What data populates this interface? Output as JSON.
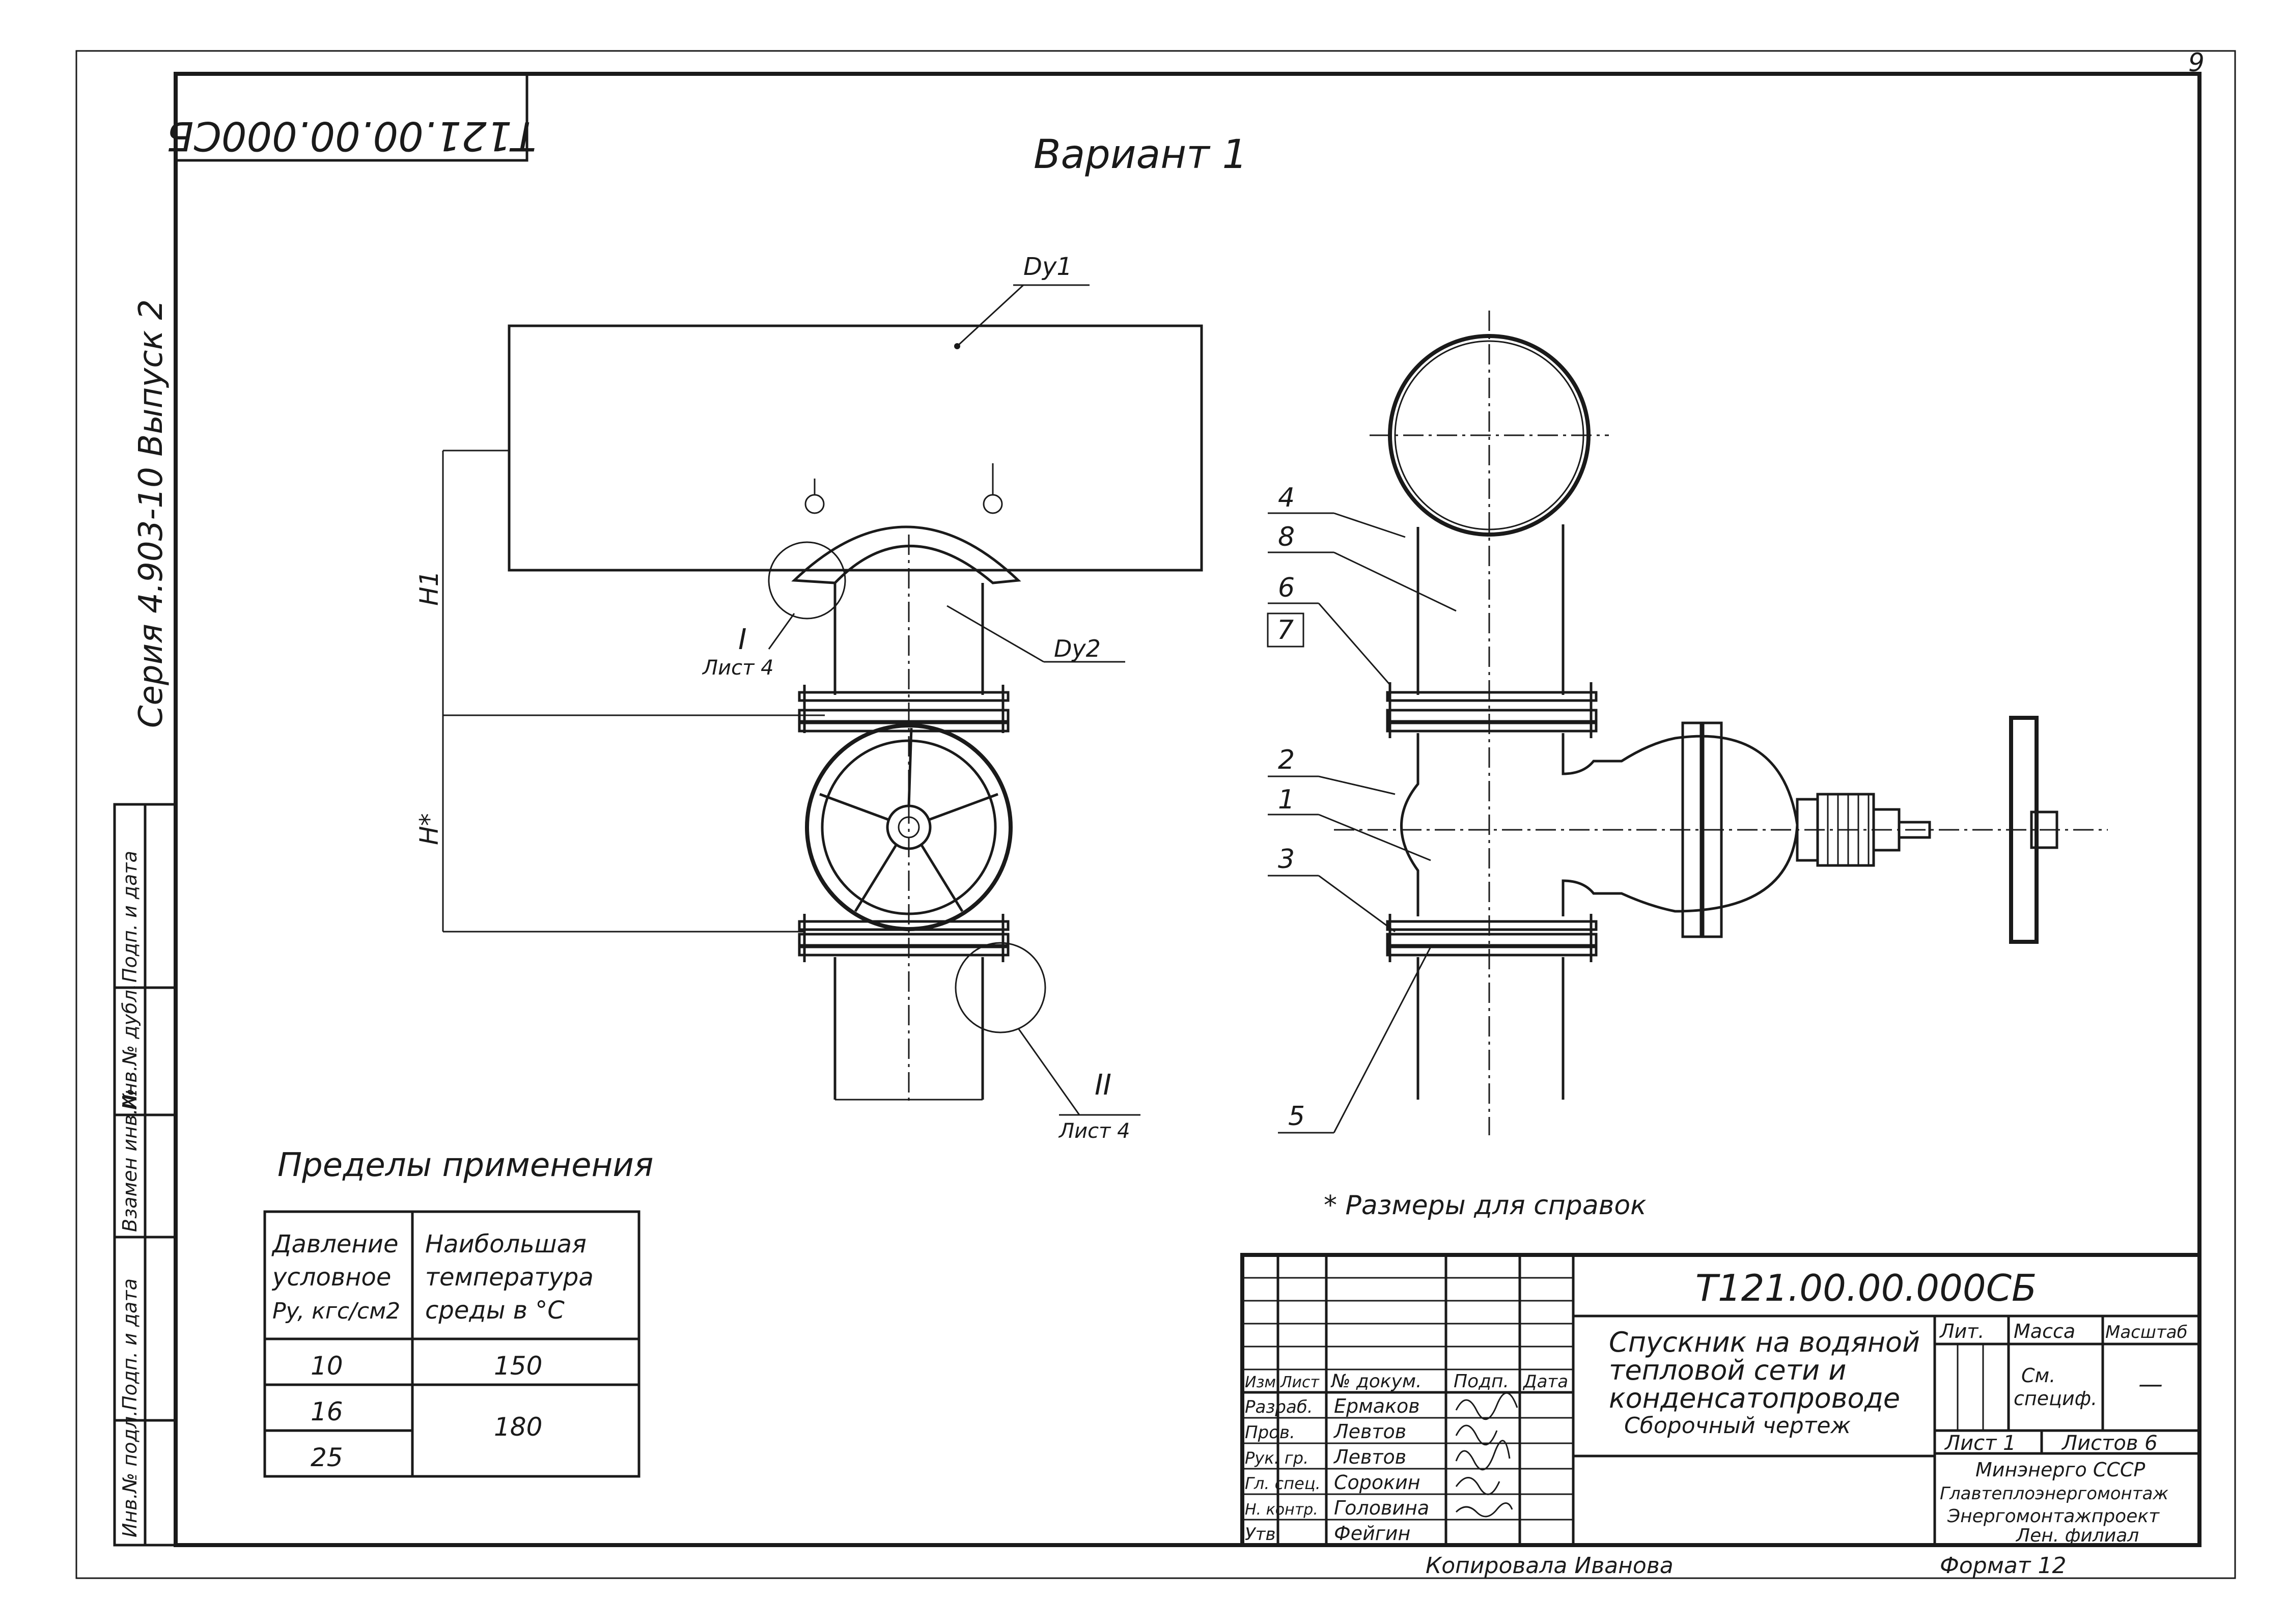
{
  "sheet_number": "9",
  "stamp_code_rotated": "Т121.00.00.000СБ",
  "variant_title": "Вариант 1",
  "series_text": "Серия 4.903-10   Выпуск 2",
  "left_strip": [
    "Инв.№ подл.",
    "Подп. и дата",
    "Взамен инв.№",
    "Инв.№ дубл.",
    "Подп. и дата"
  ],
  "labels": {
    "dy1": "Dу1",
    "dy2": "Dу2",
    "h1": "H1",
    "h_star": "H*",
    "detail1": "I",
    "detail1_sheet": "Лист 4",
    "detail2": "II",
    "detail2_sheet": "Лист 4",
    "pos": [
      "4",
      "8",
      "6",
      "7",
      "2",
      "1",
      "3",
      "5"
    ]
  },
  "note": "* Размеры для справок",
  "limits": {
    "title": "Пределы применения",
    "col1_header": [
      "Давление",
      "условное",
      "Py, кгс/см2"
    ],
    "col2_header": [
      "Наибольшая",
      "температура",
      "среды в °С"
    ],
    "rows": [
      {
        "p": "10",
        "t": "150"
      },
      {
        "p": "16",
        "t": "180"
      },
      {
        "p": "25",
        "t": ""
      }
    ]
  },
  "title_block": {
    "doc_code": "Т121.00.00.000СБ",
    "name": [
      "Спускник на водяной",
      "тепловой сети и",
      "конденсатопроводе",
      "Сборочный чертеж"
    ],
    "col_headers": [
      "Изм.",
      "Лист",
      "№ докум.",
      "Подп.",
      "Дата"
    ],
    "roles": [
      "Разраб.",
      "Пров.",
      "Рук. гр.",
      "Гл. спец.",
      "Н. контр.",
      "Утв."
    ],
    "names": [
      "Ермаков",
      "Левтов",
      "Левтов",
      "Сорокин",
      "Головина",
      "Фейгин"
    ],
    "lit": "Лит.",
    "mass": "Масса",
    "scale": "Масштаб",
    "mass_value": [
      "См.",
      "специф."
    ],
    "scale_value": "—",
    "sheet": "Лист 1",
    "sheets": "Листов 6",
    "org": [
      "Минэнерго СССР",
      "Главтеплоэнергомонтаж",
      "Энергомонтажпроект",
      "Лен. филиал"
    ]
  },
  "footer_copied": "Копировала Иванова",
  "footer_format": "Формат 12"
}
